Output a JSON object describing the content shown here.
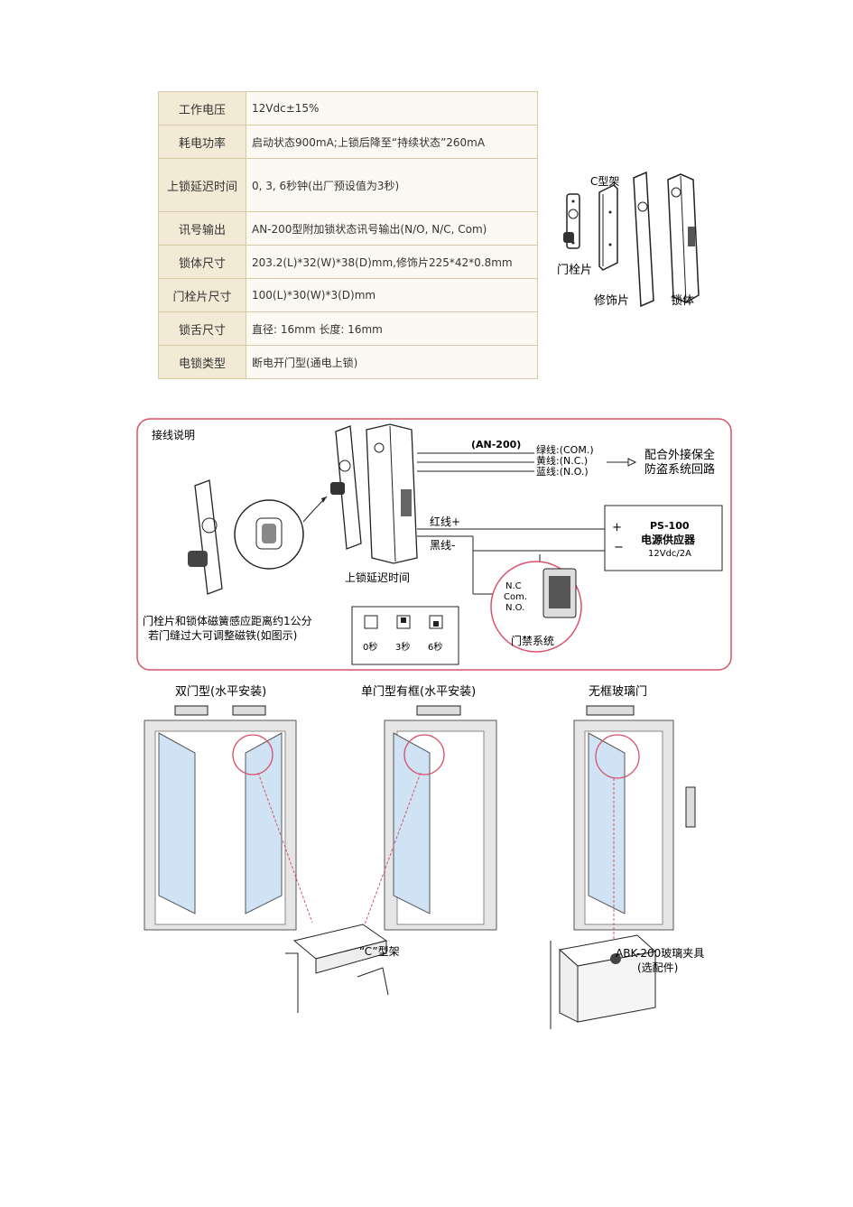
{
  "specs": [
    {
      "k": "工作电压",
      "v": "12Vdc±15%"
    },
    {
      "k": "耗电功率",
      "v": "启动状态900mA;上锁后降至“持续状态”260mA"
    },
    {
      "k": "上锁延迟时间",
      "v": "0, 3, 6秒钟(出厂预设值为3秒)"
    },
    {
      "k": "讯号输出",
      "v": "AN-200型附加锁状态讯号输出(N/O, N/C, Com)"
    },
    {
      "k": "锁体尺寸",
      "v": "203.2(L)*32(W)*38(D)mm,修饰片225*42*0.8mm"
    },
    {
      "k": "门栓片尺寸",
      "v": "100(L)*30(W)*3(D)mm"
    },
    {
      "k": "锁舌尺寸",
      "v": "直径: 16mm 长度: 16mm"
    },
    {
      "k": "电锁类型",
      "v": "断电开门型(通电上锁)"
    }
  ],
  "parts": {
    "c_bracket": "C型架",
    "strike": "门栓片",
    "trim": "修饰片",
    "body": "锁体"
  },
  "wiring": {
    "title": "接线说明",
    "an200": "(AN-200)",
    "green": "绿线:(COM.)",
    "yellow": "黄线:(N.C.)",
    "blue": "蓝线:(N.O.)",
    "alarm_1": "配合外接保全",
    "alarm_2": "防盗系统回路",
    "red": "红线+",
    "black": "黑线-",
    "ps_model": "PS-100",
    "ps_name": "电源供应器",
    "ps_spec": "12Vdc/2A",
    "plus": "+",
    "minus": "−",
    "delay": "上锁延迟时间",
    "d0": "0秒",
    "d3": "3秒",
    "d6": "6秒",
    "nc": "N.C",
    "com": "Com.",
    "no": "N.O.",
    "access": "门禁系统",
    "note_1": "门栓片和锁体磁簧感应距离约1公分",
    "note_2": "若门缝过大可调整磁铁(如图示)"
  },
  "install": {
    "double": "双门型(水平安装)",
    "single": "单门型有框(水平安装)",
    "glass": "无框玻璃门",
    "cbracket": "“C”型架",
    "abk_1": "ABK-200玻璃夹具",
    "abk_2": "(选配件)"
  }
}
